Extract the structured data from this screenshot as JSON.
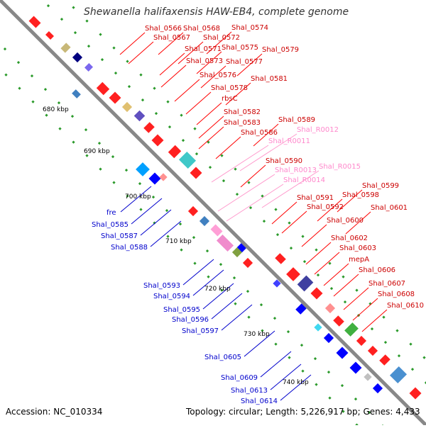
{
  "title": "Shewanella halifaxensis HAW-EB4, complete genome",
  "footer": {
    "accession": "Accession: NC_010334",
    "summary": "Topology: circular; Length: 5,226,917 bp; Genes: 4,433"
  },
  "colors": {
    "backbone": "#999999",
    "gene_red": "#ff0000",
    "gene_blue": "#0000ff",
    "rna_pink": "#ff99cc",
    "tick_green": "#00aa00"
  },
  "scale_labels": [
    "680 kbp",
    "690 kbp",
    "700 kbp",
    "710 kbp",
    "720 kbp",
    "730 kbp",
    "740 kbp"
  ],
  "red_labels": [
    "Shal_0566",
    "Shal_0568",
    "Shal_0574",
    "Shal_0567",
    "Shal_0572",
    "Shal_0571",
    "Shal_0575",
    "Shal_0579",
    "Shal_0573",
    "Shal_0577",
    "Shal_0576",
    "Shal_0581",
    "Shal_0578",
    "rbsC",
    "Shal_0582",
    "Shal_0583",
    "Shal_0589",
    "Shal_0586",
    "Shal_0590",
    "Shal_0599",
    "Shal_0591",
    "Shal_0598",
    "Shal_0592",
    "Shal_0601",
    "Shal_0600",
    "Shal_0602",
    "Shal_0603",
    "mepA",
    "Shal_0606",
    "Shal_0607",
    "Shal_0608",
    "Shal_0610"
  ],
  "pink_labels": [
    "Shal_R0012",
    "Shal_R0011",
    "Shal_R0013",
    "Shal_R0015",
    "Shal_R0014"
  ],
  "blue_labels": [
    "fre",
    "Shal_0585",
    "Shal_0587",
    "Shal_0588",
    "Shal_0593",
    "Shal_0594",
    "Shal_0595",
    "Shal_0596",
    "Shal_0597",
    "Shal_0605",
    "Shal_0609",
    "Shal_0613",
    "Shal_0614"
  ]
}
